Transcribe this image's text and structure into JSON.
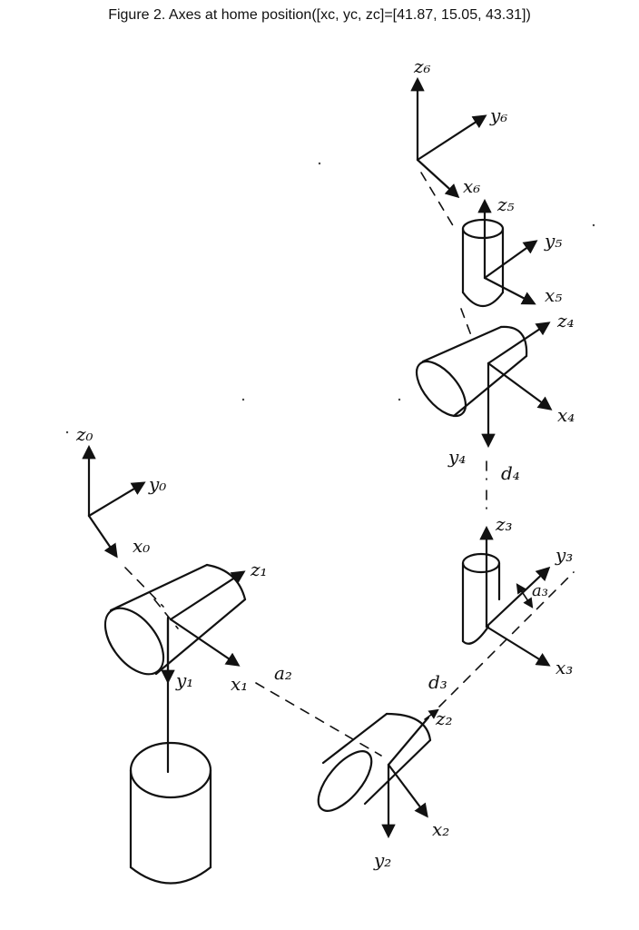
{
  "figure": {
    "caption": "Figure 2. Axes at home position([xc, yc, zc]=[41.87, 15.05, 43.31])"
  },
  "labels": {
    "z0": "z₀",
    "y0": "y₀",
    "x0": "x₀",
    "z1": "z₁",
    "y1": "y₁",
    "x1": "x₁",
    "a2": "a₂",
    "z2": "z₂",
    "y2": "y₂",
    "x2": "x₂",
    "d3": "d₃",
    "z3": "z₃",
    "y3": "y₃",
    "x3": "x₃",
    "a3": "a₃",
    "z4": "z₄",
    "y4": "y₄",
    "x4": "x₄",
    "d4": "d₄",
    "z5": "z₅",
    "y5": "y₅",
    "x5": "x₅",
    "z6": "z₆",
    "y6": "y₆",
    "x6": "x₆"
  }
}
